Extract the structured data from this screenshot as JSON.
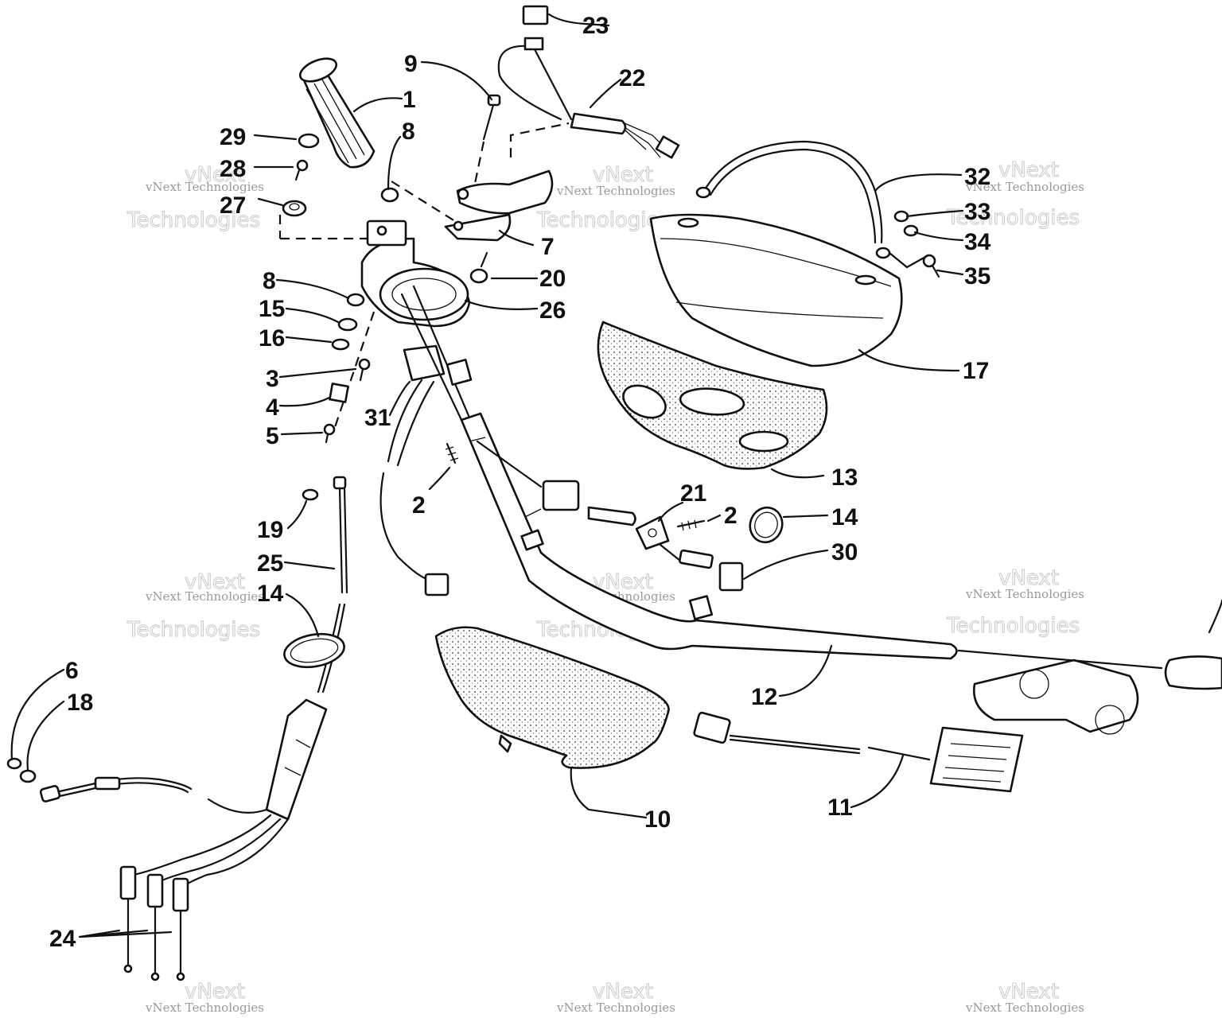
{
  "callouts": [
    {
      "id": "c1",
      "text": "1"
    },
    {
      "id": "c2a",
      "text": "2"
    },
    {
      "id": "c2b",
      "text": "2"
    },
    {
      "id": "c3",
      "text": "3"
    },
    {
      "id": "c4",
      "text": "4"
    },
    {
      "id": "c5",
      "text": "5"
    },
    {
      "id": "c6",
      "text": "6"
    },
    {
      "id": "c7",
      "text": "7"
    },
    {
      "id": "c8a",
      "text": "8"
    },
    {
      "id": "c8b",
      "text": "8"
    },
    {
      "id": "c9",
      "text": "9"
    },
    {
      "id": "c10",
      "text": "10"
    },
    {
      "id": "c11",
      "text": "11"
    },
    {
      "id": "c12",
      "text": "12"
    },
    {
      "id": "c13",
      "text": "13"
    },
    {
      "id": "c14a",
      "text": "14"
    },
    {
      "id": "c14b",
      "text": "14"
    },
    {
      "id": "c15",
      "text": "15"
    },
    {
      "id": "c16",
      "text": "16"
    },
    {
      "id": "c17",
      "text": "17"
    },
    {
      "id": "c18",
      "text": "18"
    },
    {
      "id": "c19",
      "text": "19"
    },
    {
      "id": "c20",
      "text": "20"
    },
    {
      "id": "c21",
      "text": "21"
    },
    {
      "id": "c22",
      "text": "22"
    },
    {
      "id": "c23",
      "text": "23"
    },
    {
      "id": "c24",
      "text": "24"
    },
    {
      "id": "c25",
      "text": "25"
    },
    {
      "id": "c26",
      "text": "26"
    },
    {
      "id": "c27",
      "text": "27"
    },
    {
      "id": "c28",
      "text": "28"
    },
    {
      "id": "c29",
      "text": "29"
    },
    {
      "id": "c30",
      "text": "30"
    },
    {
      "id": "c31",
      "text": "31"
    },
    {
      "id": "c32",
      "text": "32"
    },
    {
      "id": "c33",
      "text": "33"
    },
    {
      "id": "c34",
      "text": "34"
    },
    {
      "id": "c35",
      "text": "35"
    }
  ],
  "watermark": {
    "line1": "vNext",
    "line2": "Technologies",
    "small": "vNext Technologies"
  }
}
